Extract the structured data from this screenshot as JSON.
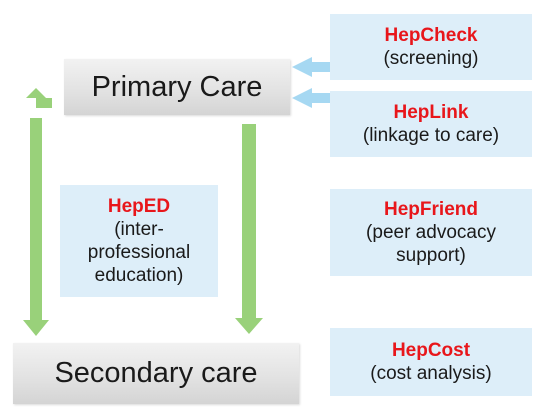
{
  "primary_care": "Primary Care",
  "secondary_care": "Secondary care",
  "heped": {
    "title": "HepED",
    "desc_lines": [
      "(inter-",
      "professional",
      "education)"
    ]
  },
  "hepcheck": {
    "title": "HepCheck",
    "desc_lines": [
      "(screening)"
    ]
  },
  "heplink": {
    "title": "HepLink",
    "desc_lines": [
      "(linkage to care)"
    ]
  },
  "hepfriend": {
    "title": "HepFriend",
    "desc_lines": [
      "(peer advocacy",
      "support)"
    ]
  },
  "hepcost": {
    "title": "HepCost",
    "desc_lines": [
      "(cost analysis)"
    ]
  },
  "colors": {
    "arrow_green": "#99d17a",
    "arrow_blue": "#a6d8f2",
    "program_fill": "#ddeef9",
    "program_title": "#e8161b"
  }
}
